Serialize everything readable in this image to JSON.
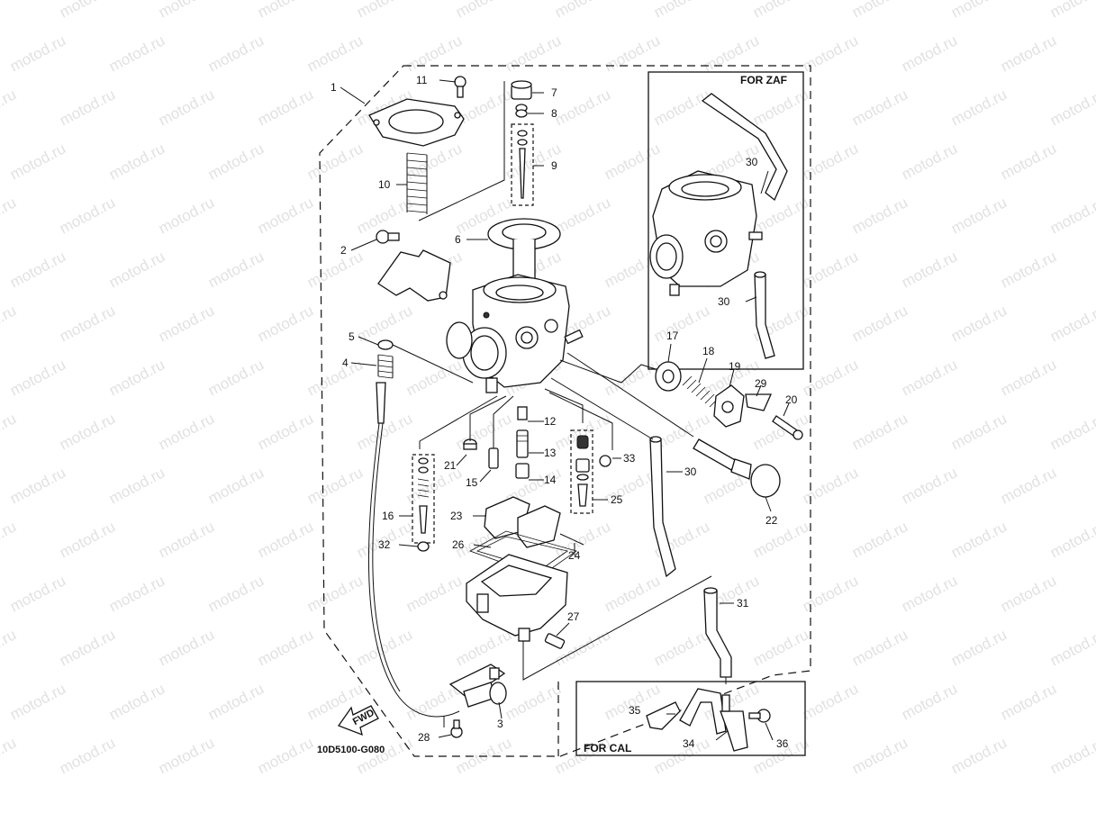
{
  "labels": {
    "p1": "1",
    "p2": "2",
    "p3": "3",
    "p4": "4",
    "p5": "5",
    "p6": "6",
    "p7": "7",
    "p8": "8",
    "p9": "9",
    "p10": "10",
    "p11": "11",
    "p12": "12",
    "p13": "13",
    "p14": "14",
    "p15": "15",
    "p16": "16",
    "p17": "17",
    "p18": "18",
    "p19": "19",
    "p20": "20",
    "p21": "21",
    "p22": "22",
    "p23": "23",
    "p24": "24",
    "p25": "25",
    "p26": "26",
    "p27": "27",
    "p28": "28",
    "p29": "29",
    "p30a": "30",
    "p30b": "30",
    "p30c": "30",
    "p31": "31",
    "p32": "32",
    "p33": "33",
    "p34": "34",
    "p35": "35",
    "p36": "36"
  },
  "boxes": {
    "zaf": "FOR ZAF",
    "cal": "FOR CAL"
  },
  "fwd": "FWD",
  "drawing_code": "10D5100-G080",
  "watermark": "motod.ru",
  "colors": {
    "line": "#111111",
    "watermark": "#c9c9c9"
  }
}
